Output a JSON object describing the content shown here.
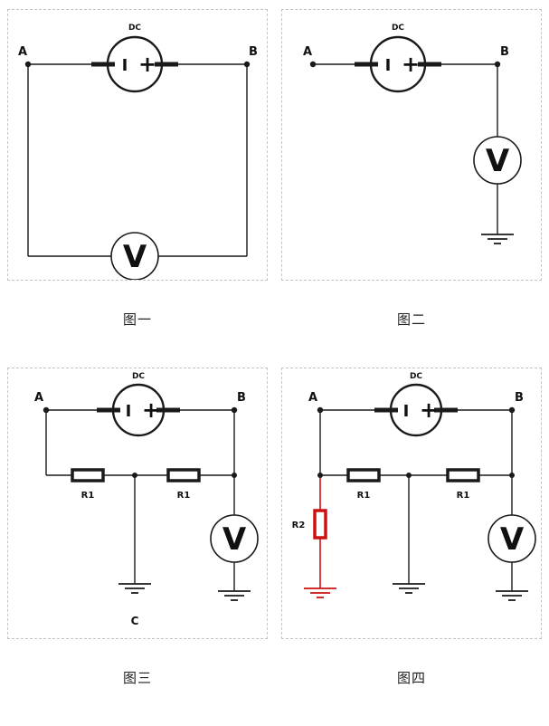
{
  "colors": {
    "wire": "#1a1a1a",
    "highlight": "#cc1111"
  },
  "figures": [
    {
      "caption": "图一",
      "labels": {
        "node_a": "A",
        "node_b": "B",
        "source_type": "DC",
        "source_i": "I",
        "source_plus": "+",
        "voltmeter": "V"
      }
    },
    {
      "caption": "图二",
      "labels": {
        "node_a": "A",
        "node_b": "B",
        "source_type": "DC",
        "source_i": "I",
        "source_plus": "+",
        "voltmeter": "V"
      }
    },
    {
      "caption": "图三",
      "labels": {
        "node_a": "A",
        "node_b": "B",
        "node_c": "C",
        "source_type": "DC",
        "source_i": "I",
        "source_plus": "+",
        "voltmeter": "V",
        "resistor_left": "R1",
        "resistor_right": "R1"
      }
    },
    {
      "caption": "图四",
      "labels": {
        "node_a": "A",
        "node_b": "B",
        "source_type": "DC",
        "source_i": "I",
        "source_plus": "+",
        "voltmeter": "V",
        "resistor_left": "R1",
        "resistor_right": "R1",
        "resistor_shunt": "R2"
      }
    }
  ]
}
